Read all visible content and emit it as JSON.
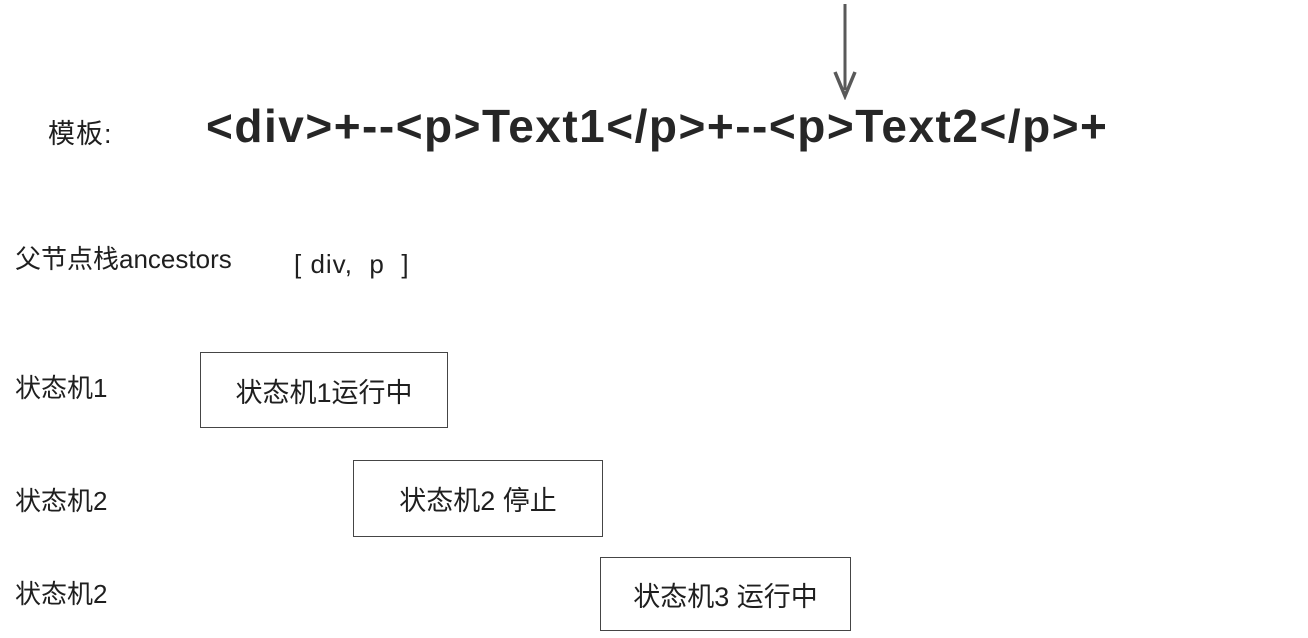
{
  "diagram": {
    "template_row": {
      "label": "模板:",
      "code": "<div>+--<p>Text1</p>+--<p>Text2</p>+"
    },
    "cursor": {
      "icon": "down-arrow",
      "points_at": "position between -- and <p>Text2 in template"
    },
    "ancestors_row": {
      "label": "父节点栈ancestors",
      "value": "[ div,  p  ]"
    },
    "state_machine_rows": [
      {
        "label": "状态机1",
        "box_text": "状态机1运行中"
      },
      {
        "label": "状态机2",
        "box_text": "状态机2 停止"
      },
      {
        "label": "状态机2",
        "box_text": "状态机3 运行中"
      }
    ],
    "colors": {
      "text": "#1f1f1f",
      "template_code": "#262626",
      "arrow": "#595959",
      "box_border": "#454545",
      "background": "#ffffff"
    }
  }
}
